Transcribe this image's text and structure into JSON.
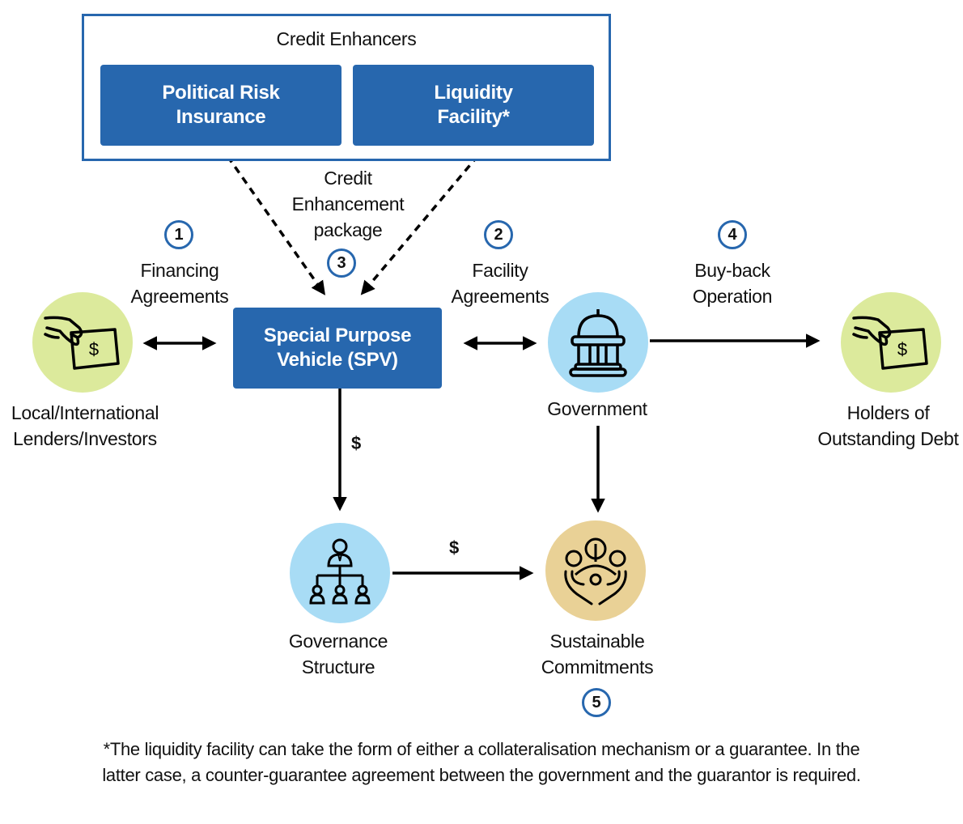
{
  "credit_enhancers": {
    "title": "Credit Enhancers",
    "boxes": [
      {
        "label_line1": "Political Risk",
        "label_line2": "Insurance"
      },
      {
        "label_line1": "Liquidity",
        "label_line2": "Facility*"
      }
    ]
  },
  "credit_enhancement": {
    "line1": "Credit",
    "line2": "Enhancement",
    "line3": "package",
    "step": "3"
  },
  "financing": {
    "step": "1",
    "line1": "Financing",
    "line2": "Agreements"
  },
  "facility": {
    "step": "2",
    "line1": "Facility",
    "line2": "Agreements"
  },
  "buyback": {
    "step": "4",
    "line1": "Buy-back",
    "line2": "Operation"
  },
  "spv": {
    "line1": "Special Purpose",
    "line2": "Vehicle (SPV)"
  },
  "lenders": {
    "line1": "Local/International",
    "line2": "Lenders/Investors",
    "icon": "hand-money-icon"
  },
  "government": {
    "label": "Government",
    "icon": "government-building-icon"
  },
  "holders": {
    "line1": "Holders of",
    "line2": "Outstanding Debt",
    "icon": "hand-money-icon"
  },
  "governance": {
    "line1": "Governance",
    "line2": "Structure",
    "icon": "org-chart-icon"
  },
  "sustainable": {
    "line1": "Sustainable",
    "line2": "Commitments",
    "step": "5",
    "icon": "hands-nature-icon"
  },
  "flows": {
    "spv_to_governance": "$",
    "governance_to_sustainable": "$"
  },
  "footnote": {
    "line1": "*The liquidity facility can take the form of either a collateralisation mechanism or a guarantee. In the",
    "line2": "latter case, a counter-guarantee agreement between the government and the guarantor is required."
  },
  "colors": {
    "primary_blue": "#2767ae",
    "light_blue": "#a8dcf5",
    "light_green": "#dcea9c",
    "tan": "#e9d196"
  }
}
